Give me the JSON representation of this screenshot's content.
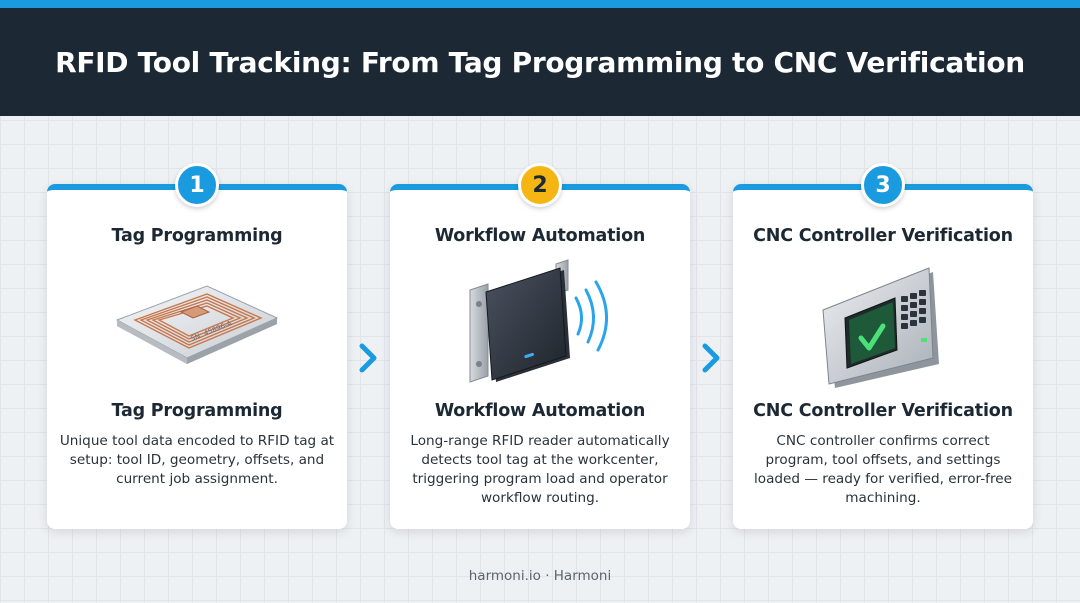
{
  "title": "RFID Tool Tracking: From Tag Programming to CNC Verification",
  "colors": {
    "header_bg": "#1c2833",
    "accent_blue": "#1a9be0",
    "accent_yellow": "#f5b613"
  },
  "steps": [
    {
      "number": "1",
      "heading": "Tag Programming",
      "subheading": "Tag Programming",
      "description": "Unique tool data encoded to RFID tag at setup: tool ID, geometry, offsets, and current job assignment.",
      "icon": "rfid-tag-icon",
      "tag_label": "SN: 45896-A"
    },
    {
      "number": "2",
      "heading": "Workflow Automation",
      "subheading": "Workflow Automation",
      "description": "Long-range RFID reader automatically detects tool tag at the workcenter, triggering program load and operator workflow routing.",
      "icon": "rfid-reader-icon"
    },
    {
      "number": "3",
      "heading": "CNC Controller Verification",
      "subheading": "CNC Controller Verification",
      "description": "CNC controller confirms correct program, tool offsets, and settings loaded — ready for verified, error-free machining.",
      "icon": "cnc-controller-icon"
    }
  ],
  "footer": "harmoni.io · Harmoni"
}
